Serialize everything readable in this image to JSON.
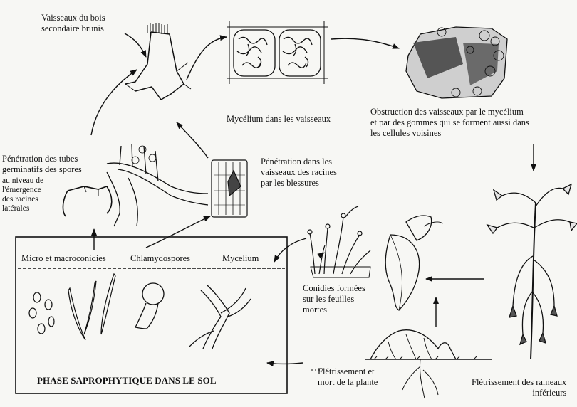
{
  "labels": {
    "vaisseaux_brunis": "Vaisseaux du bois\nsecondaire brunis",
    "mycelium_vaisseaux": "Mycélium dans les vaisseaux",
    "obstruction": "Obstruction des vaisseaux par le mycélium\net par des gommes qui se forment aussi dans\nles cellules voisines",
    "penetration_tubes_1": "Pénétration des tubes\ngerminatifs des spores",
    "penetration_tubes_2": "au niveau de\nl'émergence\ndes racines\nlatérales",
    "penetration_racines": "Pénétration dans les\nvaisseaux des racines\npar les blessures",
    "micro_macroconidies": "Micro et macroconidies",
    "chlamydospores": "Chlamydospores",
    "mycelium_sol": "Mycelium",
    "conidies_feuilles": "Conidies formées\nsur les feuilles\nmortes",
    "phase_saprophytique": "PHASE SAPROPHYTIQUE DANS LE SOL",
    "fletrissement_mort": "Flétrissement et\nmort de la plante",
    "fletrissement_rameaux": "Flétrissement des rameaux\ninférieurs"
  }
}
